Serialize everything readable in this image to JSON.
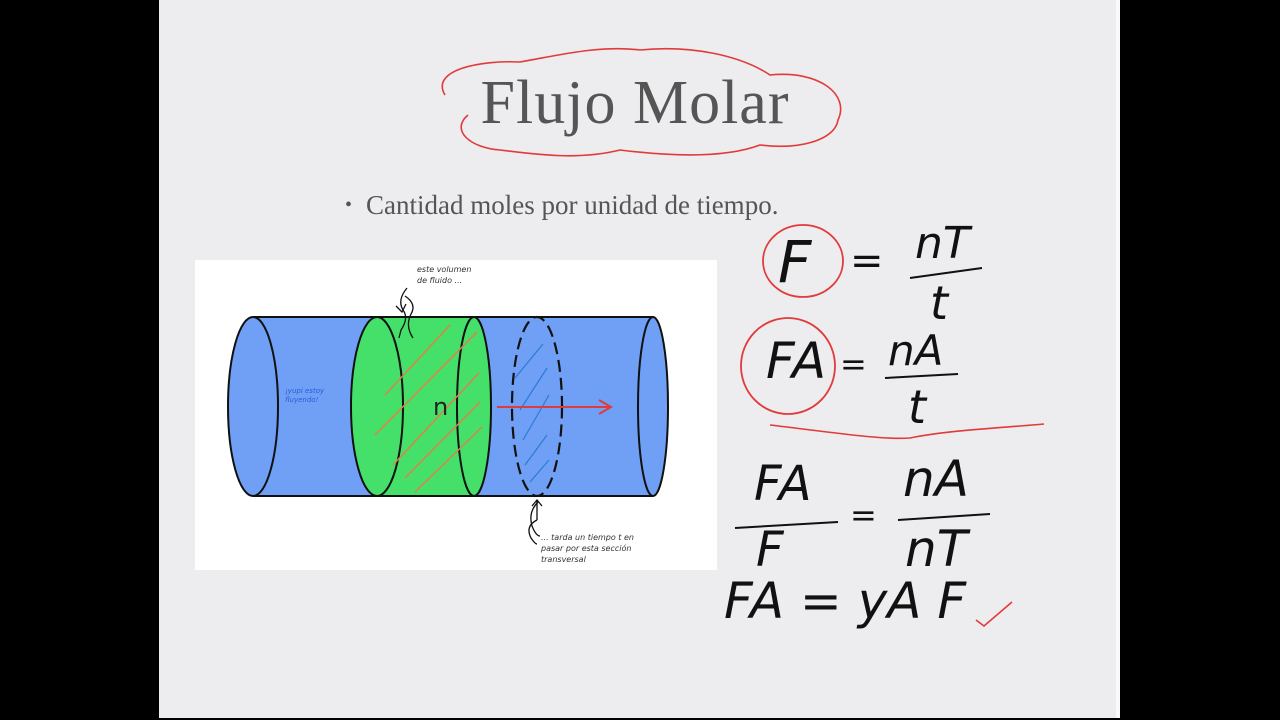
{
  "slide": {
    "title": "Flujo Molar",
    "bullet": "Cantidad moles por unidad de tiempo."
  },
  "figure": {
    "label_top": "este volumen de fluido ...",
    "label_bottom": "... tarda un tiempo t en pasar por esta sección transversal",
    "label_inside": "¡yupi estoy fluyendo!",
    "volume_symbol": "n",
    "colors": {
      "pipe": "#6fa0f5",
      "volume": "#45e06a",
      "arrow": "#e03a3a"
    }
  },
  "annotations": {
    "eq1": {
      "lhs": "F",
      "num": "nT",
      "den": "t"
    },
    "eq2": {
      "lhs": "FA",
      "num": "nA",
      "den": "t"
    },
    "eq3": {
      "lhs_num": "FA",
      "lhs_den": "F",
      "num": "nA",
      "den": "nT"
    },
    "eq4": "FA = yA F",
    "ink_colors": {
      "black": "#111111",
      "red": "#e23a3a"
    }
  }
}
